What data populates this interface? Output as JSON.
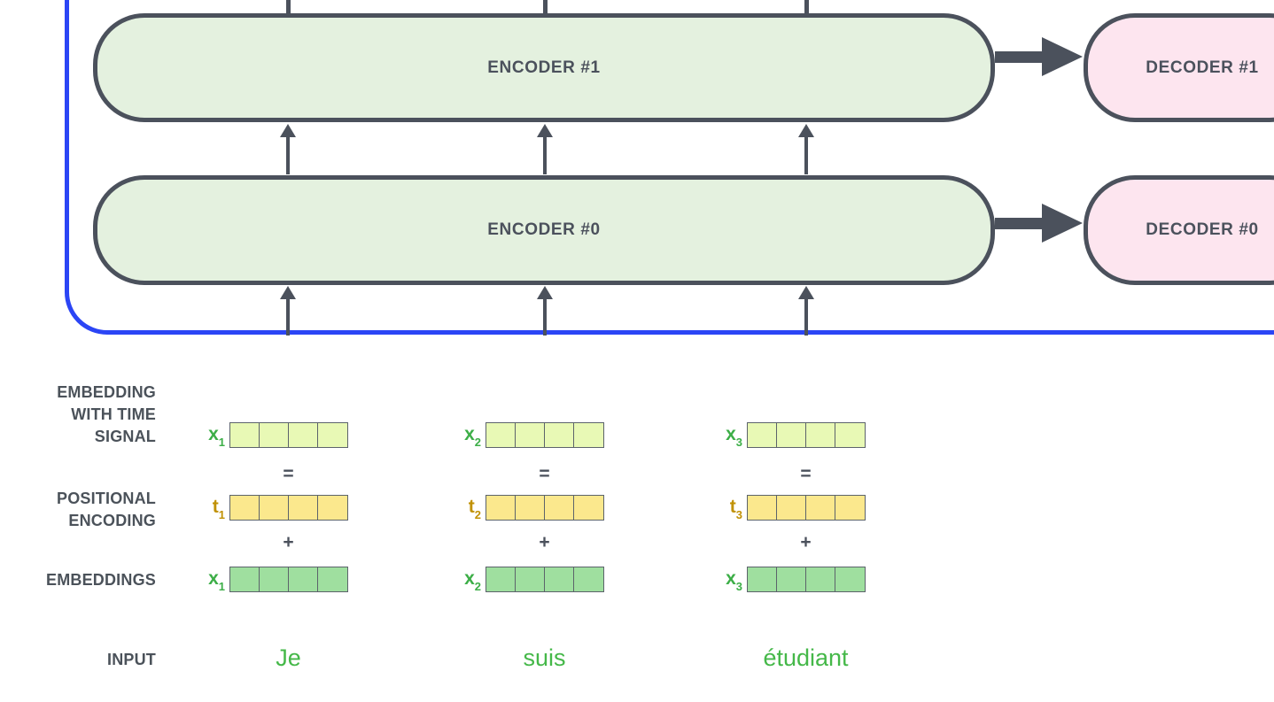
{
  "stack": {
    "encoders": [
      "ENCODER #1",
      "ENCODER #0"
    ],
    "decoders": [
      "DECODER #1",
      "DECODER #0"
    ]
  },
  "labels": {
    "embedding_time_line1": "EMBEDDING",
    "embedding_time_line2": "WITH TIME",
    "embedding_time_line3": "SIGNAL",
    "positional_line1": "POSITIONAL",
    "positional_line2": "ENCODING",
    "embeddings": "EMBEDDINGS",
    "input": "INPUT"
  },
  "operators": {
    "equals": "=",
    "plus": "+"
  },
  "columns": [
    {
      "time_vector": {
        "base": "x",
        "sub": "1"
      },
      "pos_vector": {
        "base": "t",
        "sub": "1"
      },
      "emb_vector": {
        "base": "x",
        "sub": "1"
      },
      "word": "Je"
    },
    {
      "time_vector": {
        "base": "x",
        "sub": "2"
      },
      "pos_vector": {
        "base": "t",
        "sub": "2"
      },
      "emb_vector": {
        "base": "x",
        "sub": "2"
      },
      "word": "suis"
    },
    {
      "time_vector": {
        "base": "x",
        "sub": "3"
      },
      "pos_vector": {
        "base": "t",
        "sub": "3"
      },
      "emb_vector": {
        "base": "x",
        "sub": "3"
      },
      "word": "étudiant"
    }
  ],
  "colors": {
    "outline": "#4b515c",
    "encoder_fill": "#e4f1df",
    "decoder_fill": "#fde5ef",
    "highlight_blue": "#2b45f5",
    "time_signal_cell": "#e8f9b5",
    "positional_cell": "#fbe88d",
    "embedding_cell": "#9fdf9f",
    "cell_border": "#5c636b",
    "x_label_green": "#3cae47",
    "t_label_amber": "#c09104",
    "input_green": "#45b849",
    "label_slate": "#4b525a"
  }
}
